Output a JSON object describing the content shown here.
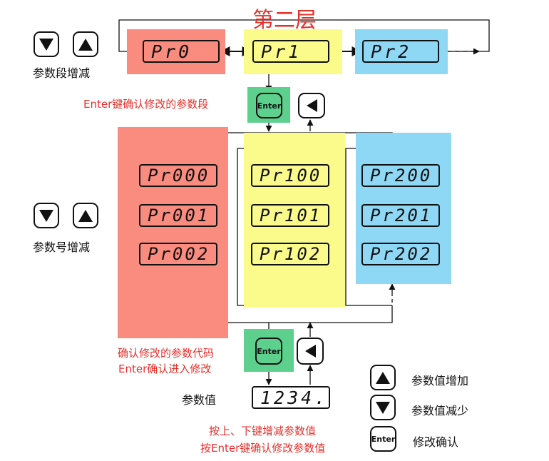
{
  "title": "第二层",
  "labels": {
    "section_inc_dec": "参数段增减",
    "number_inc_dec": "参数号增减",
    "enter_confirm_section": "Enter键确认修改的参数段",
    "confirm_code": "确认修改的参数代码",
    "enter_confirm_enter": "Enter确认进入修改",
    "param_value": "参数值",
    "press_up_down": "按上、下键增减参数值",
    "press_enter_confirm": "按Enter键确认修改参数值",
    "legend_inc": "参数值增加",
    "legend_dec": "参数值减少",
    "legend_confirm": "修改确认"
  },
  "enter_label": "Enter",
  "sections": [
    {
      "display": "Pr0__",
      "params": [
        "Pr000",
        "Pr001",
        "Pr002"
      ],
      "color": "#f98c7f"
    },
    {
      "display": "Pr1__",
      "params": [
        "Pr100",
        "Pr101",
        "Pr102"
      ],
      "color": "#fbfb8c"
    },
    {
      "display": "Pr2__",
      "params": [
        "Pr200",
        "Pr201",
        "Pr202"
      ],
      "color": "#8ed8f6"
    }
  ],
  "value_display": "1234.",
  "colors": {
    "label_red": "#e8302a",
    "enter_green": "#5ed08e",
    "line": "#111111"
  }
}
